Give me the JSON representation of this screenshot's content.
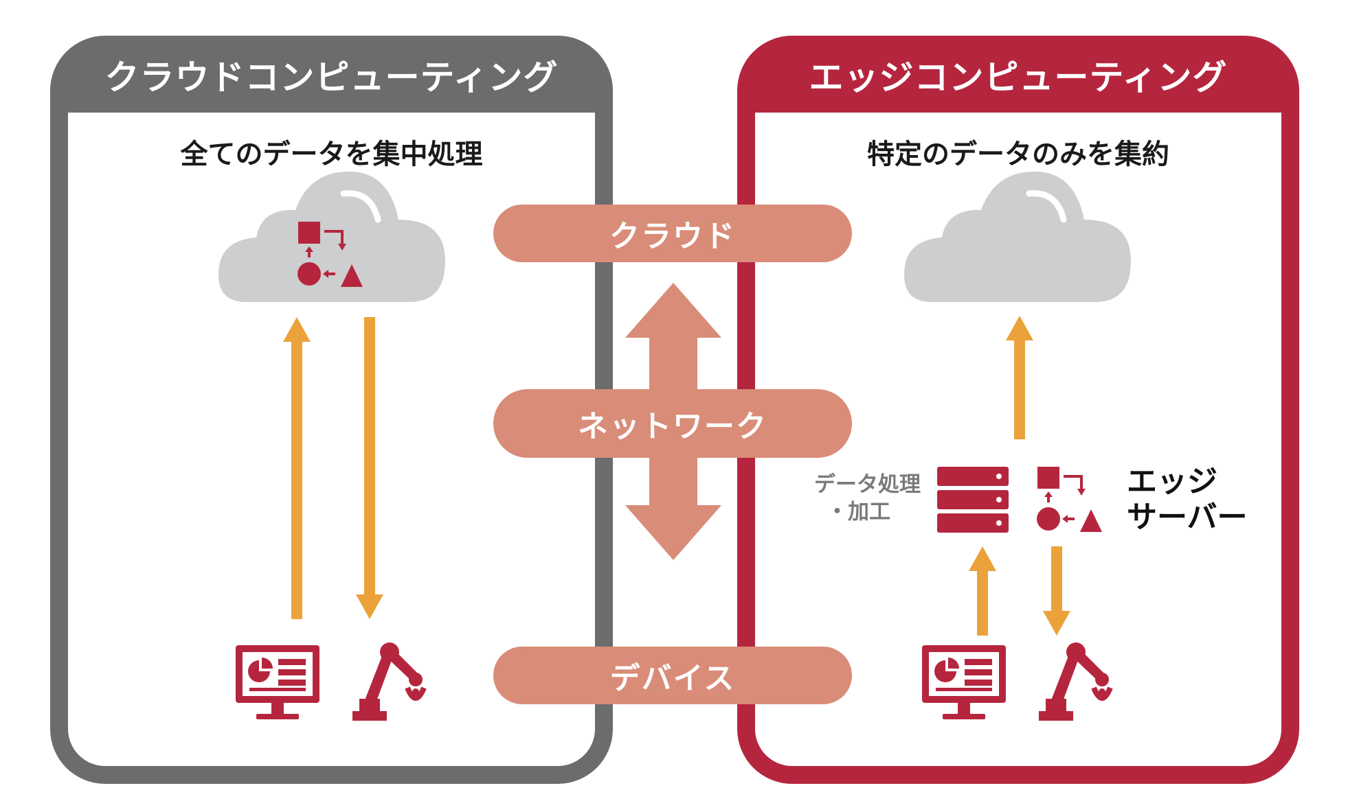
{
  "left_panel": {
    "title": "クラウドコンピューティング",
    "subtitle": "全てのデータを集中処理"
  },
  "right_panel": {
    "title": "エッジコンピューティング",
    "subtitle": "特定のデータのみを集約",
    "processing_label_line1": "データ処理",
    "processing_label_line2": "・加工",
    "edge_server_line1": "エッジ",
    "edge_server_line2": "サーバー"
  },
  "layers": {
    "cloud": "クラウド",
    "network": "ネットワーク",
    "device": "デバイス"
  },
  "colors": {
    "cloud_panel": "#6b6c6e",
    "edge_panel": "#b5263e",
    "layer_pill": "#d98c78",
    "flow_arrow": "#eba23a",
    "icon": "#b5263e",
    "cloud_shape": "#cdcecf"
  },
  "icons": [
    "cloud-icon",
    "data-process-icon",
    "monitor-dashboard-icon",
    "robot-arm-icon",
    "server-icon"
  ]
}
